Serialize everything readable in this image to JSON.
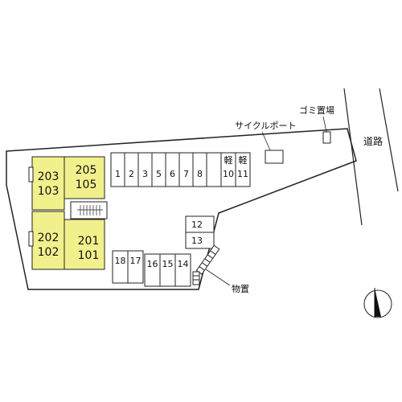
{
  "labels": {
    "cycle_port": "サイクルポート",
    "garbage": "ゴミ置場",
    "road": "道路",
    "storage": "物置"
  },
  "units": {
    "top_left": [
      "203",
      "103"
    ],
    "top_right": [
      "205",
      "105"
    ],
    "bot_left": [
      "202",
      "102"
    ],
    "bot_right": [
      "201",
      "101"
    ]
  },
  "parking": {
    "top_row": [
      "1",
      "2",
      "3",
      "5",
      "6",
      "7",
      "8"
    ],
    "light_top": [
      "軽",
      "軽"
    ],
    "light_bottom": [
      "10",
      "11"
    ],
    "middle": [
      "12",
      "13"
    ],
    "bottom_row": [
      "18",
      "17",
      "16",
      "15",
      "14"
    ]
  },
  "colors": {
    "unit_fill": "#f2f08c",
    "line": "#222222"
  },
  "icons": {
    "north": "north-arrow-icon"
  }
}
